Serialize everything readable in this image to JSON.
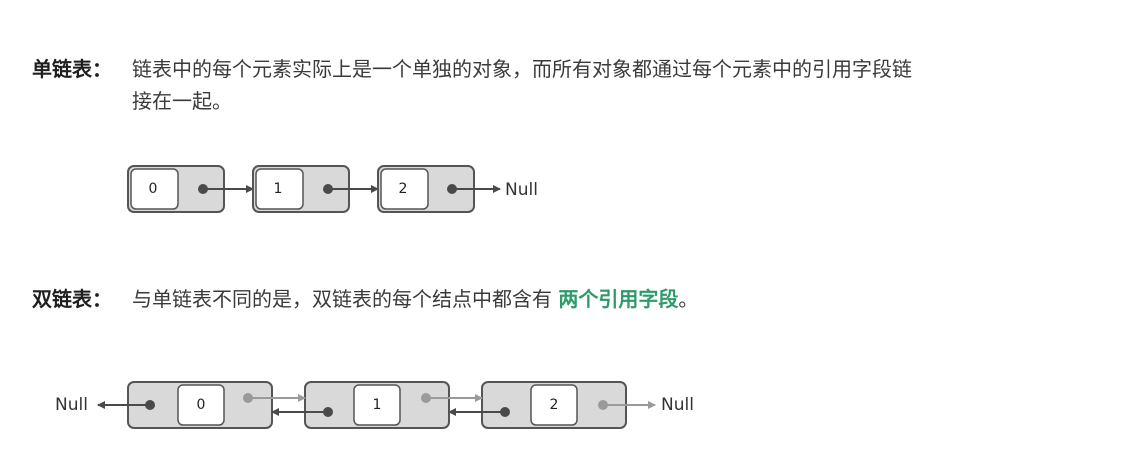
{
  "single_list": {
    "term": "单链表：",
    "line1": "链表中的每个元素实际上是一个单独的对象，而所有对象都通过每个元素中的引用字段链",
    "line2": "接在一起。",
    "nodes": [
      "0",
      "1",
      "2"
    ],
    "null_label": "Null"
  },
  "double_list": {
    "term": "双链表：",
    "desc_before": "与单链表不同的是，双链表的每个结点中都含有",
    "desc_highlight": "两个引用字段",
    "desc_after": "。",
    "nodes": [
      "0",
      "1",
      "2"
    ],
    "null_left": "Null",
    "null_right": "Null"
  },
  "colors": {
    "highlight": "#2e9a6a",
    "node_fill": "#d9d9d9",
    "node_stroke": "#555555",
    "arrow_dark": "#4a4a4a",
    "arrow_light": "#9a9a9a"
  }
}
